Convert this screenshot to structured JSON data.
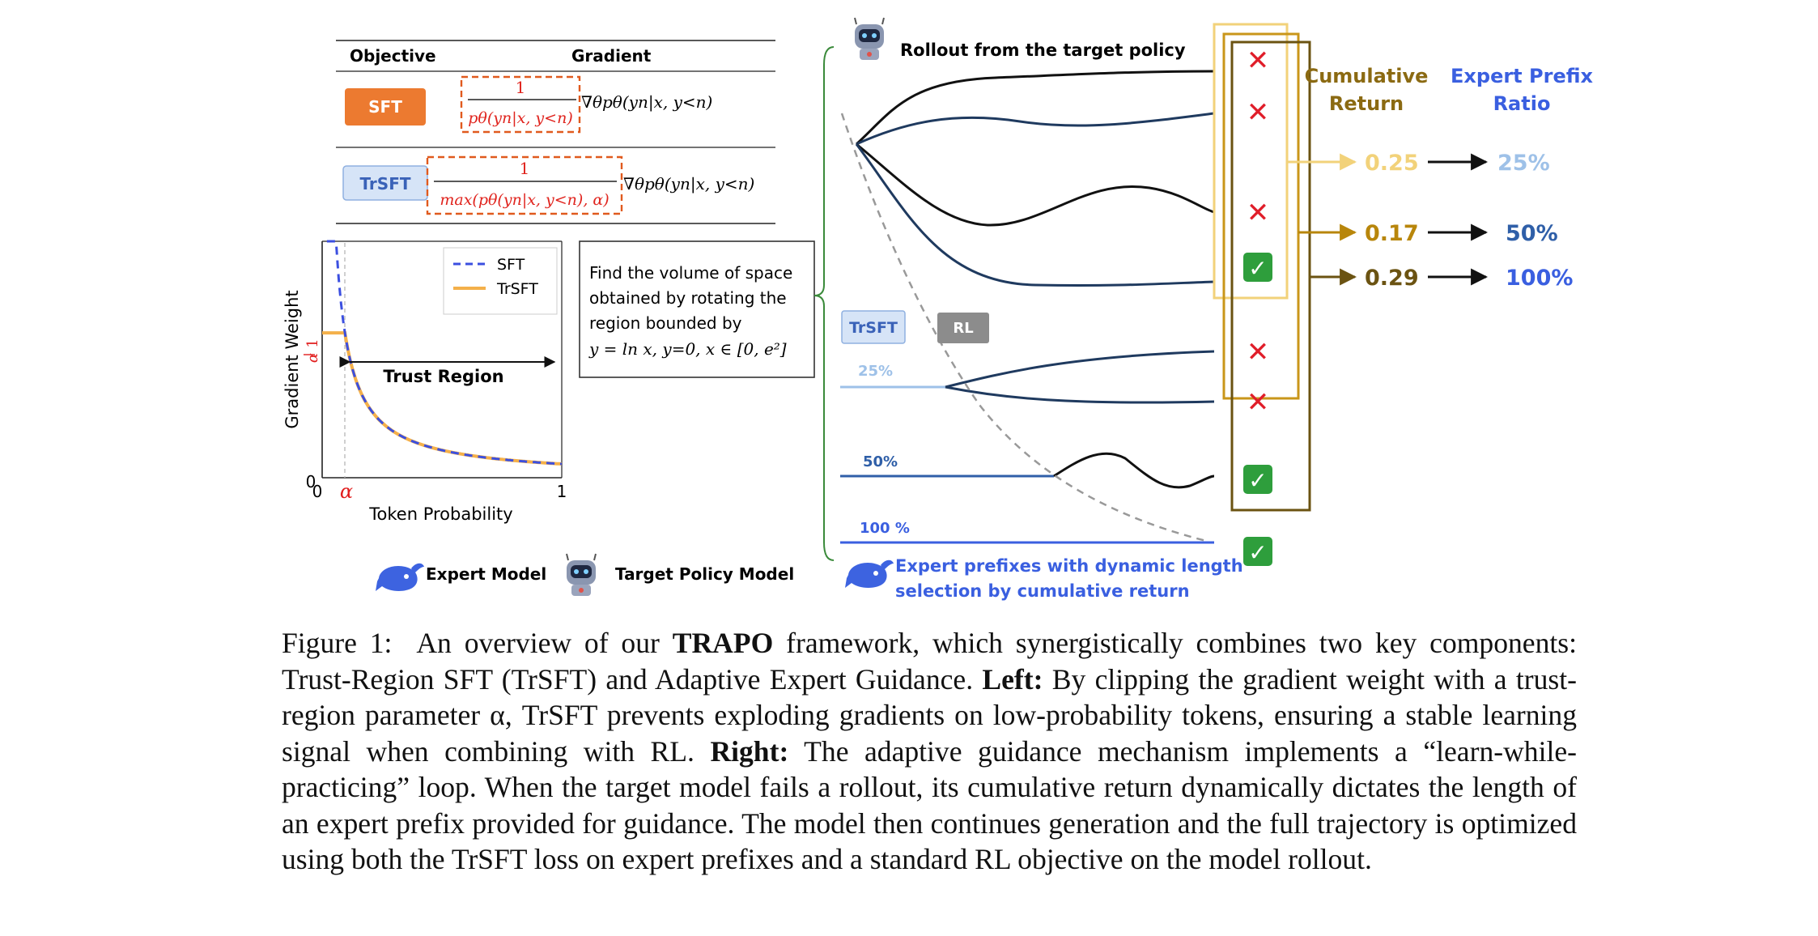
{
  "figure": {
    "table": {
      "header_objective": "Objective",
      "header_gradient": "Gradient",
      "row_sft_badge": "SFT",
      "row_sft_numerator": "1",
      "row_sft_denominator": "pθ(yn|x, y<n)",
      "row_sft_tail": "∇θpθ(yn|x, y<n)",
      "row_trsft_badge": "TrSFT",
      "row_trsft_numerator": "1",
      "row_trsft_denominator": "max(pθ(yn|x, y<n), α)",
      "row_trsft_tail": "∇θpθ(yn|x, y<n)"
    },
    "plot": {
      "ylabel": "Gradient Weight",
      "xlabel": "Token Probability",
      "x_tick_0": "0",
      "x_tick_1": "1",
      "x_tick_alpha": "α",
      "y_tick_0": "0",
      "y_tick_num": "1",
      "y_tick_den": "α",
      "legend_sft": "SFT",
      "legend_trsft": "TrSFT",
      "annotation": "Trust Region",
      "colors": {
        "sft": "#3b4fe0",
        "trsft": "#f4b04a",
        "alpha": "#e11d1d"
      }
    },
    "question": {
      "line1": "Find the volume of space",
      "line2": "obtained by rotating the",
      "line3": "region bounded by",
      "line4": "y = ln x, y=0, x ∈ [0, e²]"
    },
    "legend_bottom": {
      "expert_model": "Expert Model",
      "target_policy_model": "Target Policy Model"
    },
    "right": {
      "rollout_label": "Rollout from the target policy",
      "trsft_badge": "TrSFT",
      "rl_badge": "RL",
      "prefix_25": "25%",
      "prefix_50": "50%",
      "prefix_100": "100 %",
      "expert_caption_line1": "Expert prefixes with dynamic length",
      "expert_caption_line2": "selection by cumulative return",
      "header_return_line1": "Cumulative",
      "header_return_line2": "Return",
      "header_ratio_line1": "Expert Prefix",
      "header_ratio_line2": "Ratio",
      "returns": [
        {
          "value": "0.25",
          "ratio": "25%",
          "value_color": "#f2d27a",
          "ratio_color": "#9ec1e8"
        },
        {
          "value": "0.17",
          "ratio": "50%",
          "value_color": "#b8860b",
          "ratio_color": "#2f5fa8"
        },
        {
          "value": "0.29",
          "ratio": "100%",
          "value_color": "#6b5312",
          "ratio_color": "#3a5fe0"
        }
      ],
      "fail_mark": "✕",
      "pass_mark": "✓",
      "colors": {
        "header_return": "#8b6a12",
        "header_ratio": "#3a5fe0",
        "green": "#2e9e3c",
        "red": "#e01e2a"
      }
    }
  },
  "caption": {
    "label": "Figure 1:",
    "t1": "An overview of our",
    "t2": "TRAPO",
    "t3": "framework, which synergistically combines two key components: Trust-Region SFT (TrSFT) and Adaptive Expert Guidance.",
    "t4": "Left:",
    "t5": "By clipping the gradient weight with a trust-region parameter α, TrSFT prevents exploding gradients on low-probability tokens, ensuring a stable learning signal when combining with RL.",
    "t6": "Right:",
    "t7": "The adaptive guidance mechanism implements a “learn-while-practicing” loop. When the target model fails a rollout, its cumulative return dynamically dictates the length of an expert prefix provided for guidance. The model then continues generation and the full trajectory is optimized using both the TrSFT loss on expert prefixes and a standard RL objective on the model rollout."
  }
}
